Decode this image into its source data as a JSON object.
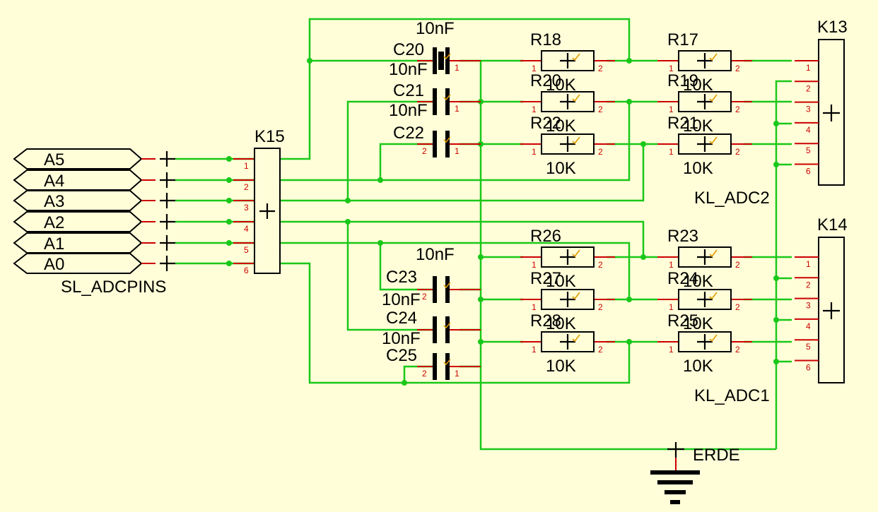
{
  "input_connector": {
    "name": "SL_ADCPINS",
    "signals": [
      "A5",
      "A4",
      "A3",
      "A2",
      "A1",
      "A0"
    ]
  },
  "header_k15": {
    "ref": "K15",
    "pins": [
      "1",
      "2",
      "3",
      "4",
      "5",
      "6"
    ]
  },
  "header_k13": {
    "ref": "K13",
    "value": "KL_ADC2",
    "pins": [
      "1",
      "2",
      "3",
      "4",
      "5",
      "6"
    ]
  },
  "header_k14": {
    "ref": "K14",
    "value": "KL_ADC1",
    "pins": [
      "1",
      "2",
      "3",
      "4",
      "5",
      "6"
    ]
  },
  "capacitors_top": [
    {
      "ref": "C20",
      "value": "10nF"
    },
    {
      "ref": "C21",
      "value": "10nF"
    },
    {
      "ref": "C22",
      "value": "10nF"
    }
  ],
  "capacitors_bottom": [
    {
      "ref": "C23",
      "value": "10nF"
    },
    {
      "ref": "C24",
      "value": "10nF"
    },
    {
      "ref": "C25",
      "value": "10nF"
    }
  ],
  "resistors_top_left": [
    {
      "ref": "R18",
      "value": "10K"
    },
    {
      "ref": "R20",
      "value": "10K"
    },
    {
      "ref": "R22",
      "value": "10K"
    }
  ],
  "resistors_top_right": [
    {
      "ref": "R17",
      "value": "10K"
    },
    {
      "ref": "R19",
      "value": "10K"
    },
    {
      "ref": "R21",
      "value": "10K"
    }
  ],
  "resistors_bottom_left": [
    {
      "ref": "R26",
      "value": "10K"
    },
    {
      "ref": "R27",
      "value": "10K"
    },
    {
      "ref": "R28",
      "value": "10K"
    }
  ],
  "resistors_bottom_right": [
    {
      "ref": "R23",
      "value": "10K"
    },
    {
      "ref": "R24",
      "value": "10K"
    },
    {
      "ref": "R25",
      "value": "10K"
    }
  ],
  "ground": {
    "name": "ERDE"
  },
  "component_pins": {
    "one": "1",
    "two": "2"
  },
  "colors": {
    "background": "#fffed8",
    "wire": "#19c819",
    "pin": "#cc0000",
    "body": "#000000"
  }
}
